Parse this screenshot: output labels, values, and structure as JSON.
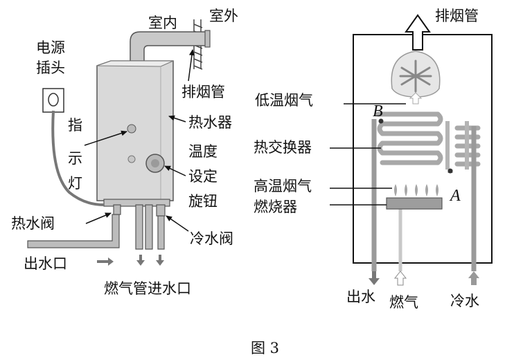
{
  "figure": {
    "caption": "图 3",
    "left": {
      "indoor": "室内",
      "outdoor": "室外",
      "plug": [
        "电源",
        "插头"
      ],
      "exhaust": "排烟管",
      "indicator": [
        "指",
        "示",
        "灯"
      ],
      "heater": "热水器",
      "knob": [
        "温度",
        "设定",
        "旋钮"
      ],
      "hot_valve": "热水阀",
      "cold_valve": "冷水阀",
      "outlet": "出水口",
      "bottom": "燃气管进水口"
    },
    "right": {
      "exhaust": "排烟管",
      "low_gas": "低温烟气",
      "exchanger": "热交换器",
      "high_gas": "高温烟气",
      "burner": "燃烧器",
      "point_a": "A",
      "point_b": "B",
      "out_water": "出水",
      "gas": "燃气",
      "cold_water": "冷水"
    }
  },
  "colors": {
    "ink": "#111111",
    "unit_body": "#d9d9d9",
    "pipe": "#8c8c8c"
  }
}
